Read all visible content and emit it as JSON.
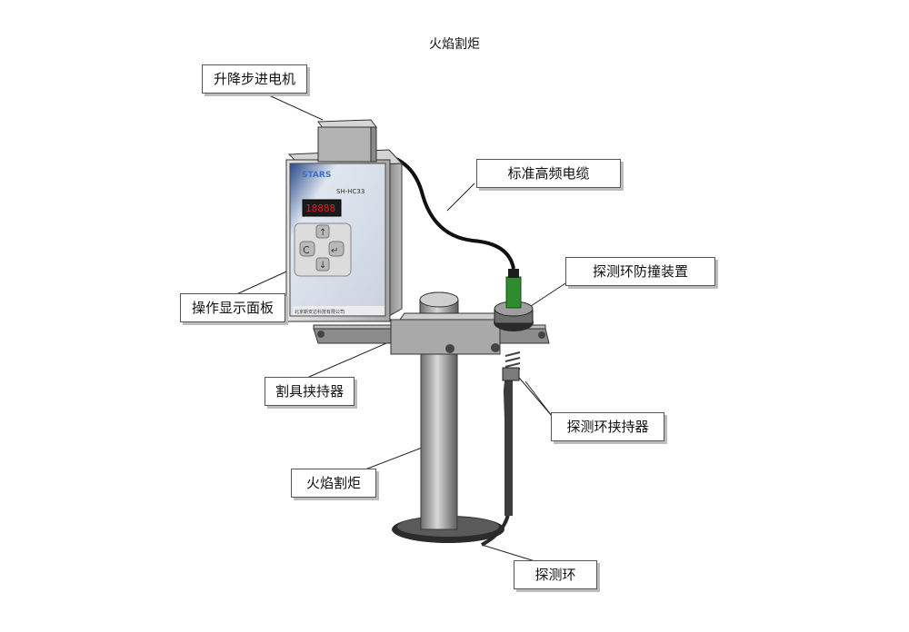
{
  "title": "火焰割炬",
  "callouts": {
    "motor": "升降步进电机",
    "cable": "标准高频电缆",
    "anti_collision": "探测环防撞装置",
    "panel": "操作显示面板",
    "tool_holder": "割具挟持器",
    "ring_holder": "探测环挟持器",
    "torch": "火焰割炬",
    "probe_ring": "探测环"
  },
  "device": {
    "display_value": "18888",
    "model_label": "SH-HC33",
    "company_label": "北京斯安达科技有限公司"
  },
  "colors": {
    "metal_light": "#c9c9c9",
    "metal_mid": "#9a9a9a",
    "metal_dark": "#555555",
    "panel_blue": "#1f3a73",
    "display_red": "#e02020",
    "cable_green": "#2e8b2e"
  }
}
